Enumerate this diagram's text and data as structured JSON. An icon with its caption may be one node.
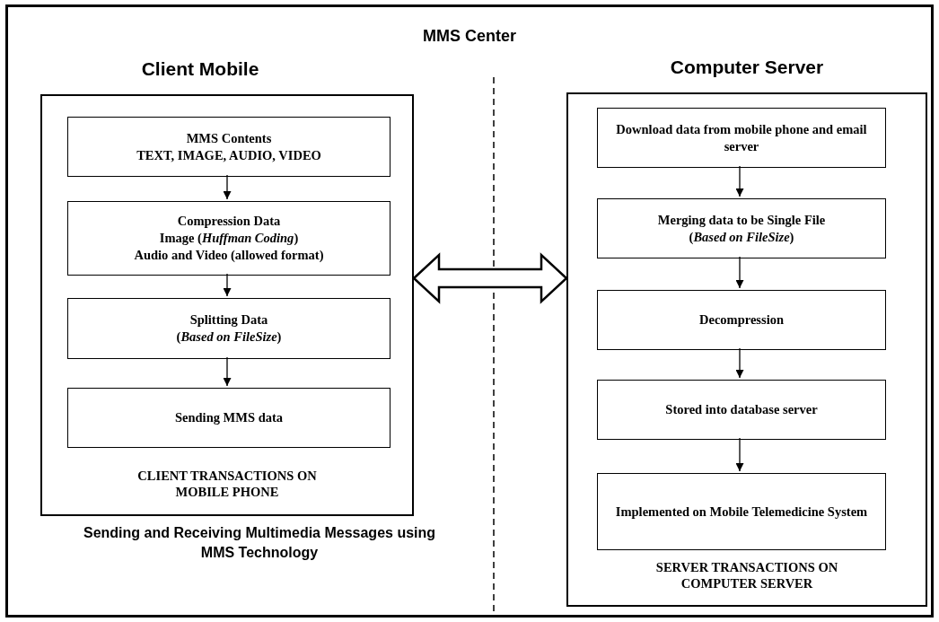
{
  "diagram": {
    "title": "MMS Center",
    "nodes": [
      {
        "text": [
          "Client Mobile",
          "CLIENT TRANSACTIONS ON MOBILE PHONE"
        ]
      },
      {
        "text": [
          "MMS Contents",
          "TEXT, IMAGE, AUDIO, VIDEO"
        ],
        "in": 0
      },
      {
        "text": [
          "Compression Data",
          "Image (*Huffman Coding*)",
          "Audio and Video (allowed format)"
        ],
        "in": 0
      },
      {
        "text": [
          "Splitting Data",
          "(*Based on FileSize*)"
        ],
        "in": 0
      },
      {
        "text": [
          "Sending MMS data"
        ],
        "in": 0
      },
      {
        "text": [
          "Computer Server",
          "SERVER TRANSACTIONS ON COMPUTER SERVER"
        ]
      },
      {
        "text": [
          "Download data from mobile phone and email server"
        ],
        "in": 5
      },
      {
        "text": [
          "Merging data to be Single File",
          "(*Based on FileSize*)"
        ],
        "in": 5
      },
      {
        "text": [
          "Decompression"
        ],
        "in": 5
      },
      {
        "text": [
          "Stored into database server"
        ],
        "in": 5
      },
      {
        "text": [
          "Implemented on Mobile Telemedicine System"
        ],
        "in": 5
      }
    ],
    "edges": [
      {
        "from": 1,
        "to": 2,
        "arrow": "to"
      },
      {
        "from": 2,
        "to": 3,
        "arrow": "to"
      },
      {
        "from": 3,
        "to": 4,
        "arrow": "to"
      },
      {
        "from": 6,
        "to": 7,
        "arrow": "to"
      },
      {
        "from": 7,
        "to": 8,
        "arrow": "to"
      },
      {
        "from": 8,
        "to": 9,
        "arrow": "to"
      },
      {
        "from": 9,
        "to": 10,
        "arrow": "to"
      },
      {
        "from": 0,
        "to": 5,
        "arrow": "both",
        "style": "thick"
      }
    ],
    "labels": [
      "Sending and Receiving Multimedia Messages using MMS Technology"
    ]
  }
}
